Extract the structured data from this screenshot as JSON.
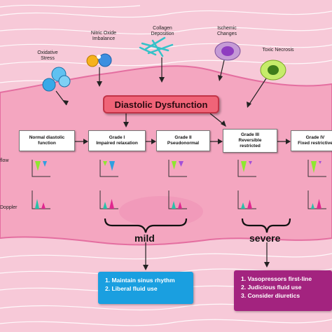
{
  "title": "Diastolic Dysfunction",
  "causes": [
    {
      "lines": [
        "Oxidative",
        "Stress"
      ],
      "icon": "oxidative-stress-icon"
    },
    {
      "lines": [
        "Nitric Oxide",
        "Imbalance"
      ],
      "icon": "nitric-oxide-icon"
    },
    {
      "lines": [
        "Collagen",
        "Deposition"
      ],
      "icon": "collagen-icon"
    },
    {
      "lines": [
        "Ischemic",
        "Changes"
      ],
      "icon": "ischemic-cell-icon"
    },
    {
      "lines": [
        "Toxic Necrosis"
      ],
      "icon": "necrotic-cell-icon"
    }
  ],
  "row_labels": {
    "inflow": "flow",
    "doppler": "Doppler"
  },
  "stages": [
    {
      "lines": [
        "Normal diastolic",
        "function"
      ]
    },
    {
      "lines": [
        "Grade I",
        "Impaired relaxation"
      ]
    },
    {
      "lines": [
        "Grade II",
        "Pseudonormal"
      ]
    },
    {
      "lines": [
        "Grade III",
        "Reversible",
        "restricted"
      ]
    },
    {
      "lines": [
        "Grade IV",
        "Fixed restrictive"
      ]
    }
  ],
  "severity": {
    "mild": "mild",
    "severe": "severe"
  },
  "treatments": {
    "mild": {
      "items": [
        "1. Maintain sinus rhythm",
        "2. Liberal fluid use"
      ],
      "color": "#1a9fe0"
    },
    "severe": {
      "items": [
        "1. Vasopressors first-line",
        "2. Judicious fluid use",
        "3. Consider diuretics"
      ],
      "color": "#a3237f"
    }
  },
  "colors": {
    "background": "#f7c9d8",
    "tissue": "#f4a6c0",
    "tissue_edge": "#e46ea0",
    "title": "#f06478",
    "green": "#8ee82f",
    "purple": "#a24fd8",
    "blue": "#2f9fe0",
    "magenta": "#e0278f",
    "teal": "#27c2a8"
  }
}
